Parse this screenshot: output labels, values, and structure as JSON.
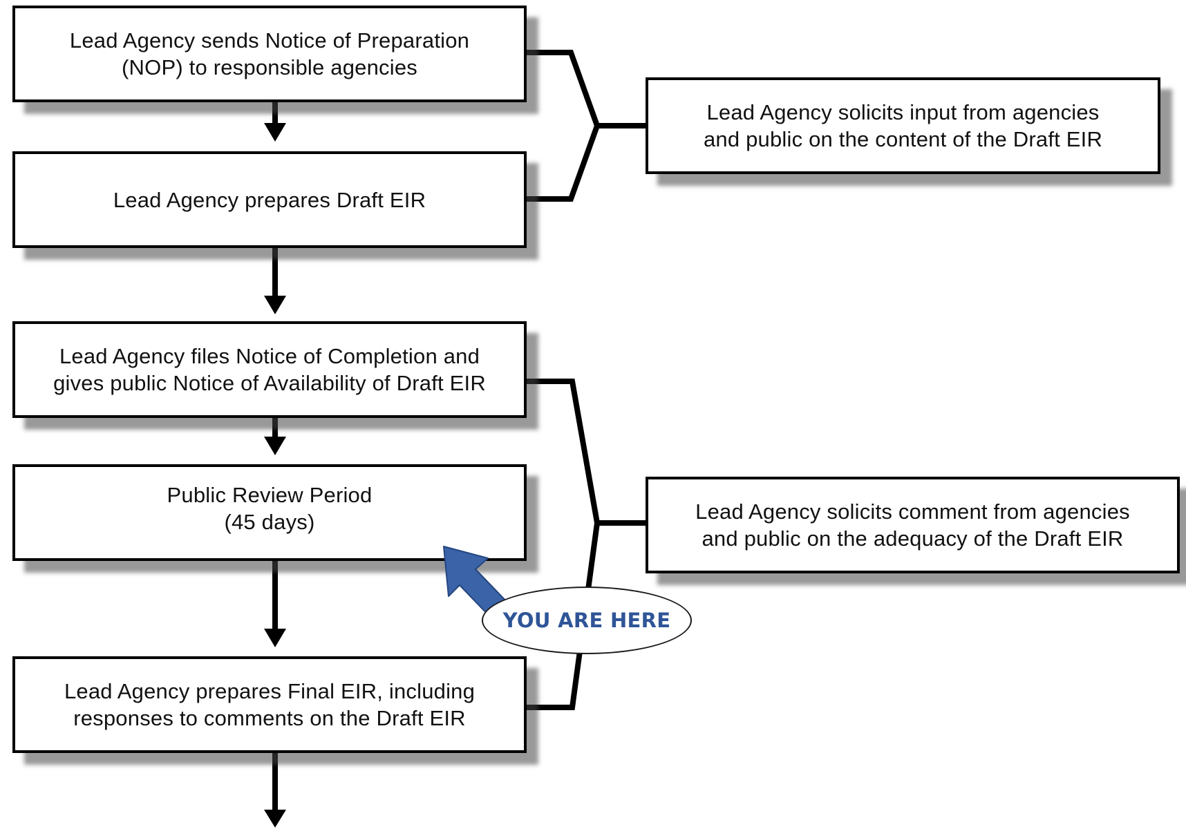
{
  "steps": [
    {
      "line1": "Lead Agency sends Notice of Preparation",
      "line2": "(NOP) to responsible agencies"
    },
    {
      "line1": "Lead Agency prepares Draft EIR",
      "line2": ""
    },
    {
      "line1": "Lead Agency files Notice of Completion and",
      "line2": "gives public Notice of Availability of Draft EIR"
    },
    {
      "line1": "Public Review Period",
      "line2": "(45 days)"
    },
    {
      "line1": "Lead Agency prepares Final EIR, including",
      "line2": "responses to comments on the Draft EIR"
    }
  ],
  "side_notes": [
    {
      "line1": "Lead Agency solicits input from agencies",
      "line2": "and public on the content of the Draft EIR"
    },
    {
      "line1": "Lead Agency solicits comment from agencies",
      "line2": "and public on the adequacy of the Draft EIR"
    }
  ],
  "callout": {
    "label": "YOU ARE HERE"
  },
  "colors": {
    "box_border": "#000000",
    "shadow": "#464646",
    "connector": "#000000",
    "pointer_fill": "#3a63a8",
    "callout_text": "#2f5597"
  }
}
